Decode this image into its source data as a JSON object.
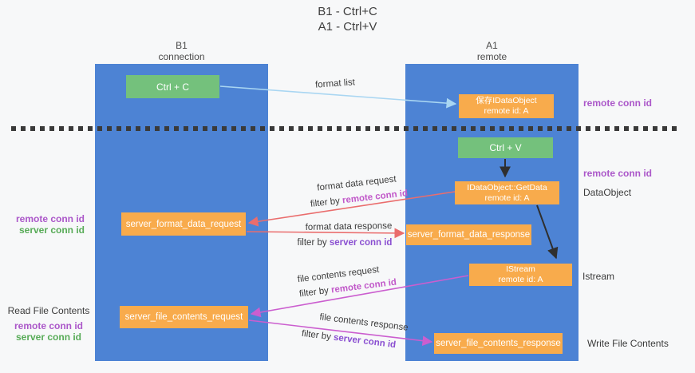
{
  "title": {
    "line1": "B1 - Ctrl+C",
    "line2": "A1 - Ctrl+V"
  },
  "columns": {
    "b1": {
      "name": "B1",
      "subtitle": "connection"
    },
    "a1": {
      "name": "A1",
      "subtitle": "remote"
    }
  },
  "boxes": {
    "ctrl_c": "Ctrl + C",
    "ctrl_v": "Ctrl + V",
    "save_idataobject_line1": "保存IDataObject",
    "save_idataobject_line2": "remote id: A",
    "getdata_line1": "IDataObject::GetData",
    "getdata_line2": "remote id: A",
    "istream_line1": "IStream",
    "istream_line2": "remote id: A",
    "format_request": "server_format_data_request",
    "format_response": "server_format_data_response",
    "file_request": "server_file_contents_request",
    "file_response": "server_file_contents_response"
  },
  "arrow_labels": {
    "format_list": "format list",
    "format_data_request": "format data request",
    "format_data_response": "format data response",
    "file_contents_request": "file contents request",
    "file_contents_response": "file contents response",
    "filter_by": "filter by",
    "remote_conn_id": "remote conn id",
    "server_conn_id": "server conn id"
  },
  "side_labels": {
    "remote_conn_id": "remote conn id",
    "server_conn_id": "server conn id",
    "dataobject": "DataObject",
    "istream": "Istream",
    "read_file_contents": "Read File Contents",
    "write_file_contents": "Write File Contents"
  },
  "colors": {
    "column_blue": "#4d83d4",
    "box_green": "#74c17c",
    "box_orange": "#f8ab4c",
    "arrow_light_blue": "#a9d6f2",
    "arrow_salmon": "#ea6d6d",
    "arrow_magenta": "#cb5ecf",
    "arrow_black": "#2f2f2f",
    "remote_conn_id_purple": "#ab57c9",
    "server_conn_id_green": "#57ab57",
    "inline_remote_magenta": "#c158c9",
    "inline_server_violet": "#8a4fd1"
  }
}
